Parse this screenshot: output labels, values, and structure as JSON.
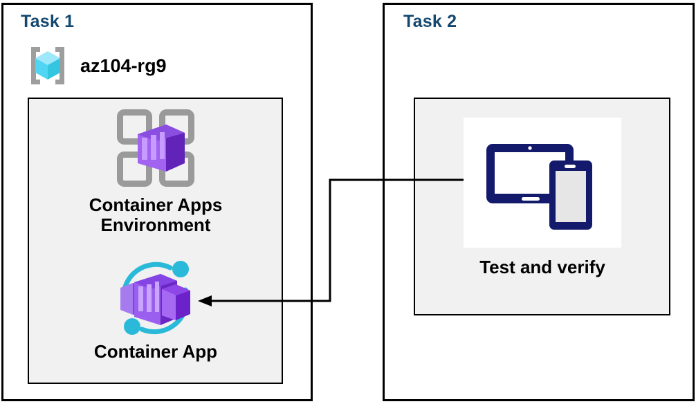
{
  "diagram": {
    "title_color": "#14486f",
    "panel_bg": "#f1f1f1",
    "border_color": "#000000",
    "connector_color": "#000000"
  },
  "task1": {
    "title": "Task 1",
    "resource_group": {
      "icon": "azure-resource-group-icon",
      "name": "az104-rg9"
    },
    "nodes": [
      {
        "id": "container-apps-environment",
        "icon": "container-apps-environment-icon",
        "label": "Container Apps\nEnvironment"
      },
      {
        "id": "container-app",
        "icon": "container-app-icon",
        "label": "Container App"
      }
    ]
  },
  "task2": {
    "title": "Task 2",
    "nodes": [
      {
        "id": "test-and-verify",
        "icon": "devices-tablet-phone-icon",
        "label": "Test and verify"
      }
    ]
  },
  "connector": {
    "from": "test-and-verify",
    "to": "container-app",
    "arrow": "left-arrowhead"
  }
}
